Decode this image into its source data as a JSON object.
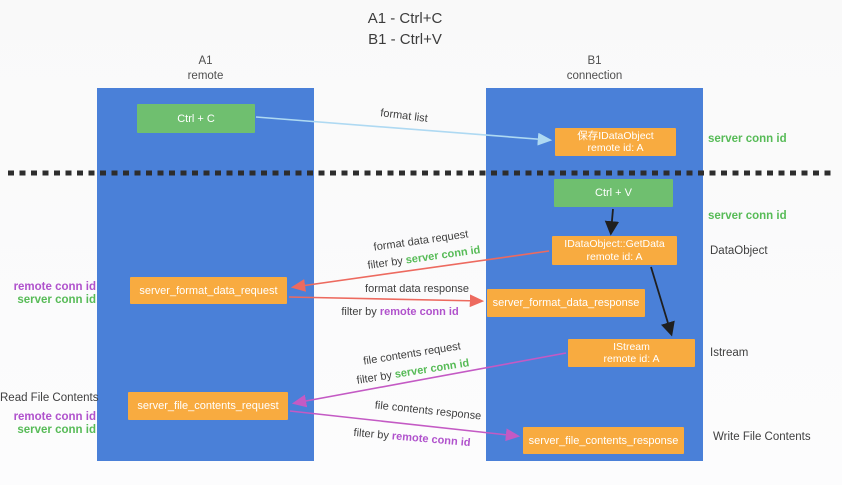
{
  "title": {
    "line1": "A1 - Ctrl+C",
    "line2": "B1 - Ctrl+V"
  },
  "lanes": {
    "left": {
      "title": "A1",
      "subtitle": "remote"
    },
    "right": {
      "title": "B1",
      "subtitle": "connection"
    }
  },
  "nodes": {
    "ctrl_c": {
      "label": "Ctrl + C"
    },
    "save_idataobject": {
      "line1": "保存IDataObject",
      "line2": "remote id: A"
    },
    "ctrl_v": {
      "label": "Ctrl + V"
    },
    "getdata": {
      "line1": "IDataObject::GetData",
      "line2": "remote id: A"
    },
    "format_request": {
      "label": "server_format_data_request"
    },
    "format_response": {
      "label": "server_format_data_response"
    },
    "istream": {
      "line1": "IStream",
      "line2": "remote id: A"
    },
    "file_request": {
      "label": "server_file_contents_request"
    },
    "file_response": {
      "label": "server_file_contents_response"
    }
  },
  "edge_labels": {
    "format_list": "format list",
    "format_data_request": "format data request",
    "filter_server_1": {
      "prefix": "filter by ",
      "key": "server conn id"
    },
    "format_data_response": "format data response",
    "filter_remote_1": {
      "prefix": "filter by ",
      "key": "remote conn id"
    },
    "file_contents_request": "file contents request",
    "filter_server_2": {
      "prefix": "filter by ",
      "key": "server conn id"
    },
    "file_contents_response": "file contents response",
    "filter_remote_2": {
      "prefix": "filter by ",
      "key": "remote conn id"
    }
  },
  "annotations": {
    "save_server_conn": "server conn id",
    "paste_server_conn": "server conn id",
    "dataobject": "DataObject",
    "istream": "Istream",
    "write_file": "Write File Contents",
    "read_file": "Read File Contents",
    "format_remote_conn": "remote conn id",
    "format_server_conn": "server conn id",
    "file_remote_conn": "remote conn id",
    "file_server_conn": "server conn id"
  },
  "colors": {
    "lane_blue": "#4a80d8",
    "box_green": "#6fbf6f",
    "box_orange": "#f8ab40",
    "arrow_red": "#ed6a5f",
    "arrow_magenta": "#c45ac4",
    "arrow_light_blue": "#aed9f2",
    "arrow_black": "#1f1f1f",
    "text_green": "#57bb57",
    "text_purple": "#b052cc"
  }
}
